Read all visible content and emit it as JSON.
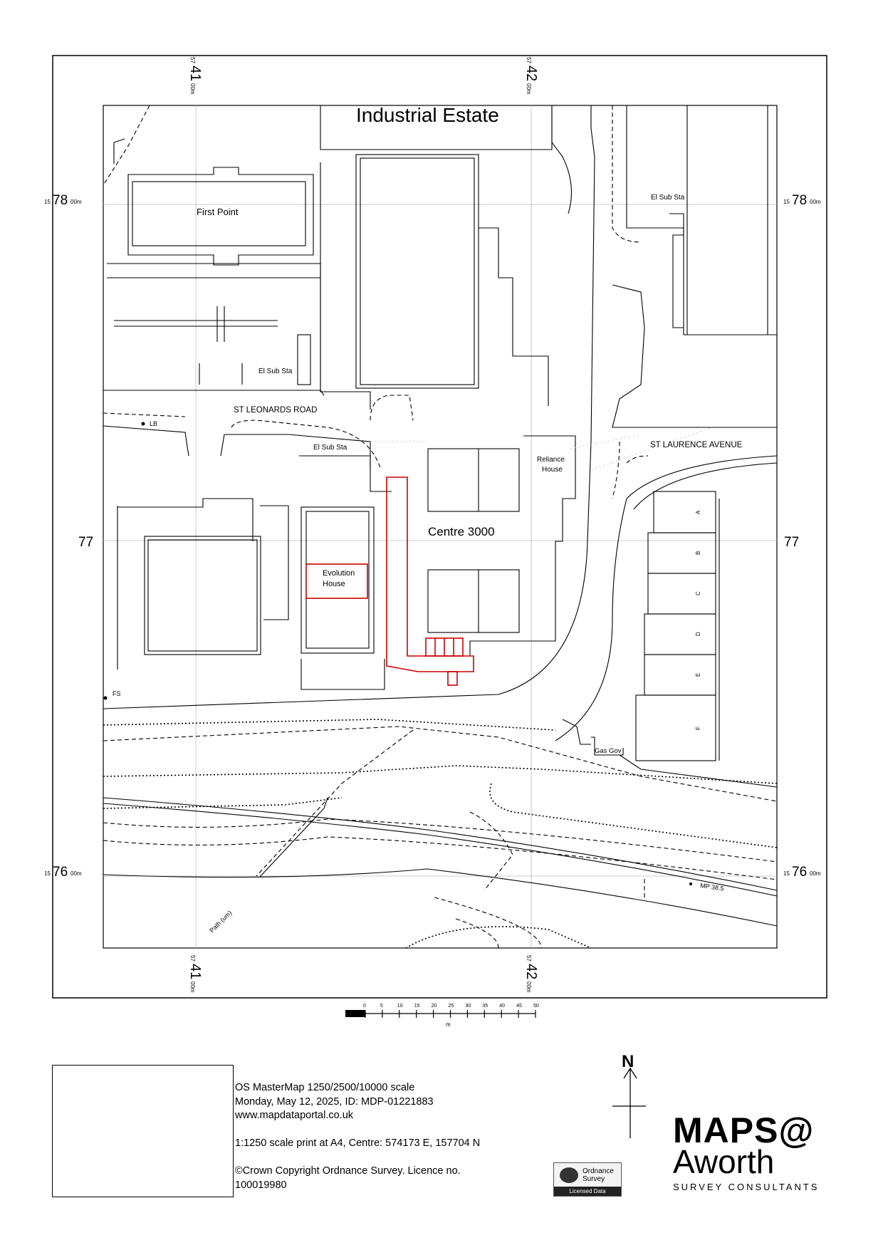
{
  "map": {
    "place_labels": {
      "industrial_estate": "Industrial Estate",
      "first_point": "First Point",
      "el_sub_sta_1": "El Sub Sta",
      "el_sub_sta_2": "El Sub Sta",
      "el_sub_sta_3": "El Sub Sta",
      "st_leonards_road": "ST LEONARDS ROAD",
      "st_laurence_avenue": "ST LAURENCE AVENUE",
      "reliance_house_1": "Reliance",
      "reliance_house_2": "House",
      "centre_3000": "Centre 3000",
      "evolution_house_1": "Evolution",
      "evolution_house_2": "House",
      "lb": "LB",
      "fs": "FS",
      "gas_gov": "Gas Gov",
      "path_um": "Path (um)",
      "mp": "MP 38.5",
      "units": [
        "A",
        "B",
        "C",
        "D",
        "E",
        "F"
      ]
    },
    "grid_labels": {
      "top_left": {
        "prefix": "57",
        "main": "41",
        "suffix": "00m"
      },
      "top_right": {
        "prefix": "57",
        "main": "42",
        "suffix": "00m"
      },
      "bottom_left": {
        "prefix": "57",
        "main": "41",
        "suffix": "00m"
      },
      "bottom_right": {
        "prefix": "57",
        "main": "42",
        "suffix": "00m"
      },
      "left_78": {
        "prefix": "15",
        "main": "78",
        "suffix": "00m"
      },
      "right_78": {
        "prefix": "15",
        "main": "78",
        "suffix": "00m"
      },
      "left_77": "77",
      "right_77": "77",
      "left_76": {
        "prefix": "15",
        "main": "76",
        "suffix": "00m"
      },
      "right_76": {
        "prefix": "15",
        "main": "76",
        "suffix": "00m"
      }
    },
    "scale_bar": {
      "ticks": [
        "0",
        "5",
        "10",
        "15",
        "20",
        "25",
        "30",
        "35",
        "40",
        "45",
        "50"
      ],
      "unit": "m"
    },
    "north_label": "N",
    "colors": {
      "site_boundary": "#cc0000",
      "linework": "#000000",
      "grid": "#bbbbbb"
    }
  },
  "info": {
    "line1": "OS MasterMap 1250/2500/10000 scale",
    "line2": "Monday, May 12, 2025, ID: MDP-01221883",
    "line3": "www.mapdataportal.co.uk",
    "line4": "1:1250 scale print at A4, Centre: 574173 E, 157704 N",
    "line5": "©Crown Copyright Ordnance Survey. Licence no.",
    "line6": "100019980"
  },
  "brand": {
    "line1": "MAPS@",
    "line2": "Aworth",
    "line3": "SURVEY CONSULTANTS"
  },
  "os_badge": {
    "name_line1": "Ordnance",
    "name_line2": "Survey",
    "licensed": "Licensed Data"
  }
}
